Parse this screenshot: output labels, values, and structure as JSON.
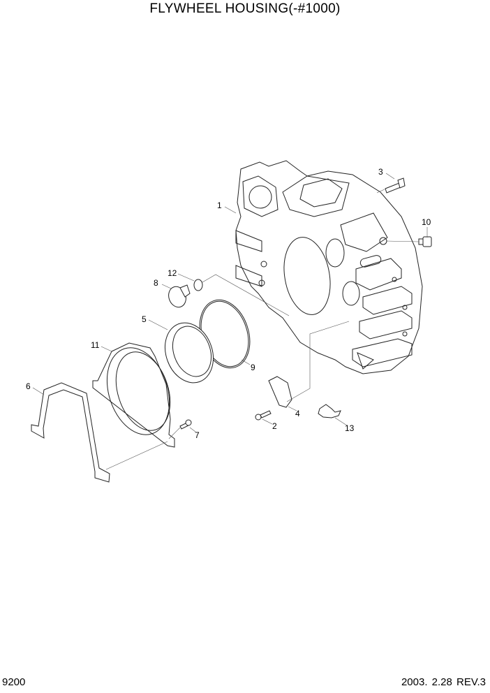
{
  "title": "FLYWHEEL HOUSING(-#1000)",
  "page_number": "9200",
  "revision": "2003. 2.28  REV.3",
  "parts": [
    {
      "no": "1",
      "name": "flywheel-housing"
    },
    {
      "no": "2",
      "name": "bolt"
    },
    {
      "no": "3",
      "name": "bolt"
    },
    {
      "no": "4",
      "name": "cover-plate"
    },
    {
      "no": "5",
      "name": "oil-seal"
    },
    {
      "no": "6",
      "name": "gasket"
    },
    {
      "no": "7",
      "name": "bolt"
    },
    {
      "no": "8",
      "name": "plug"
    },
    {
      "no": "9",
      "name": "o-ring-large"
    },
    {
      "no": "10",
      "name": "plug"
    },
    {
      "no": "11",
      "name": "seal-housing"
    },
    {
      "no": "12",
      "name": "o-ring-small"
    },
    {
      "no": "13",
      "name": "clip"
    }
  ]
}
